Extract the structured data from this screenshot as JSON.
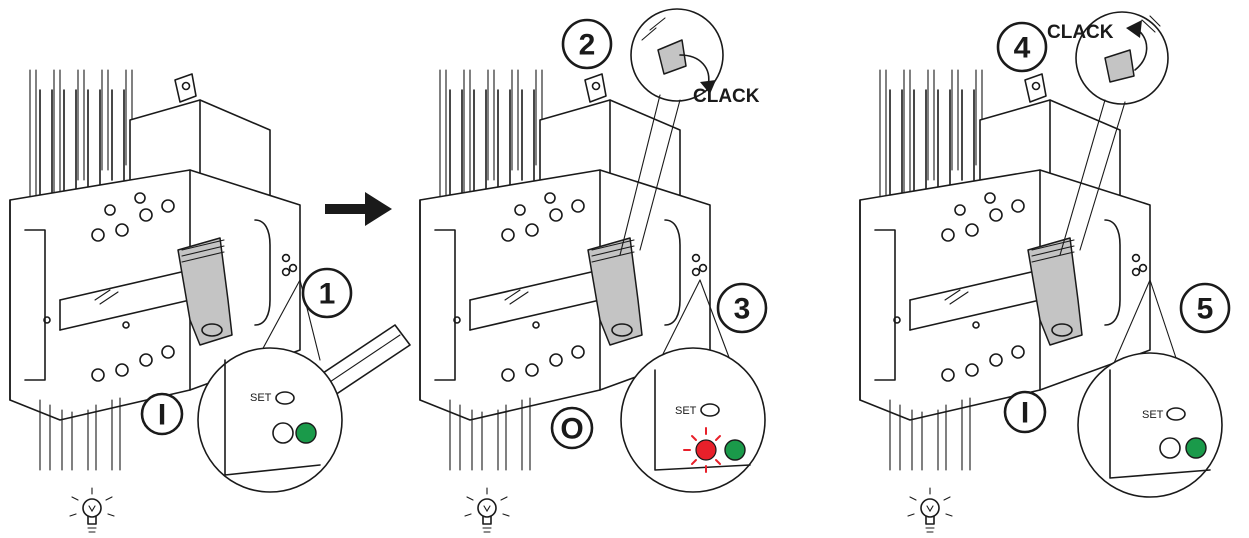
{
  "panels": [
    {
      "id": "panel-1",
      "step_number": "1",
      "switch_position_label": "I",
      "set_label": "SET",
      "indicator_left": "off",
      "indicator_right": "green",
      "tool": "pencil pressing SET button"
    },
    {
      "id": "panel-2-3",
      "step_number_top": "2",
      "clack_label": "CLACK",
      "step_number": "3",
      "switch_position_label": "O",
      "set_label": "SET",
      "indicator_left": "red-blinking",
      "indicator_right": "green"
    },
    {
      "id": "panel-4-5",
      "step_number_top": "4",
      "clack_label": "CLACK",
      "step_number": "5",
      "switch_position_label": "I",
      "set_label": "SET",
      "indicator_left": "off",
      "indicator_right": "green"
    }
  ],
  "colors": {
    "led_green": "#1a9a4a",
    "led_red": "#e8202a",
    "lever_gray": "#c4c4c4",
    "outline": "#1a1a1a"
  },
  "icons": [
    "lightbulb-icon",
    "arrow-right-icon"
  ]
}
